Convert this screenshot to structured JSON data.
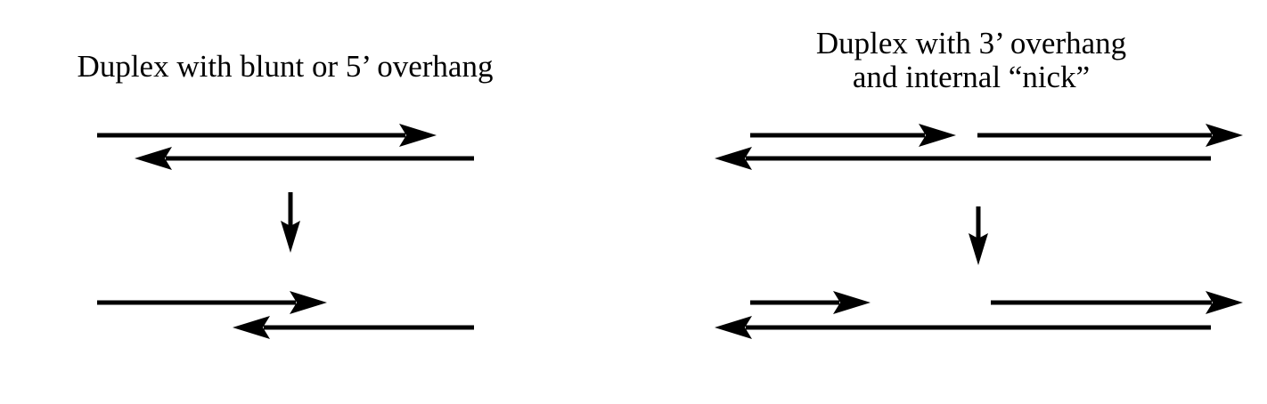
{
  "panels": {
    "left": {
      "title_lines": [
        "Duplex with blunt or 5’ overhang"
      ]
    },
    "right": {
      "title_lines": [
        "Duplex with 3’ overhang",
        "and internal “nick”"
      ]
    }
  },
  "colors": {
    "stroke": "#000000",
    "background": "#ffffff"
  }
}
